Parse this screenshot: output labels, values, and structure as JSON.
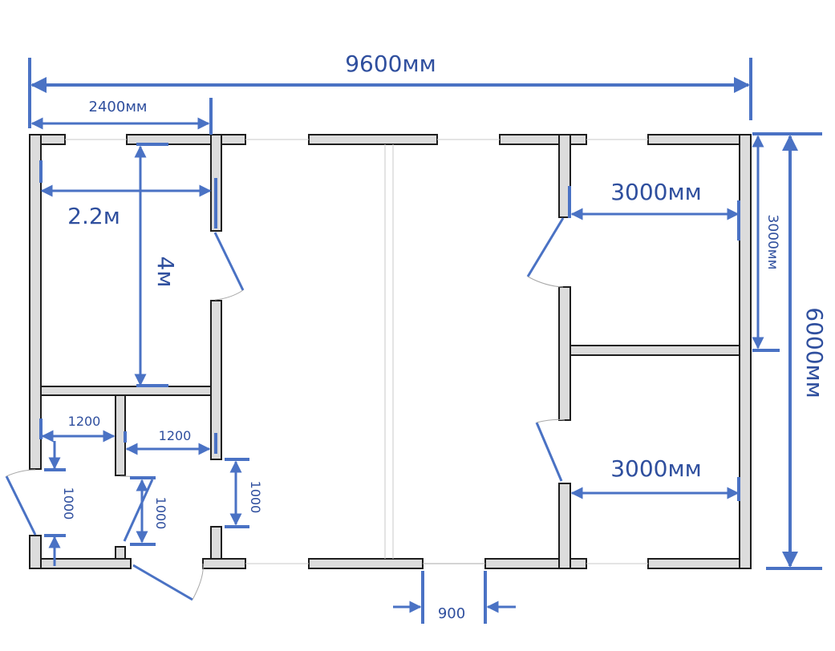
{
  "diagram": {
    "dimensions": {
      "total_width": "9600мм",
      "left_room_width": "2400мм",
      "left_room_inner_width": "2.2м",
      "left_room_height": "4м",
      "right_room_width_top": "3000мм",
      "right_room_height_top": "3000мм",
      "right_room_width_bottom": "3000мм",
      "total_height": "6000мм",
      "small_room_1_width": "1200",
      "small_room_2_width": "1200",
      "door_left_height": "1000",
      "door_mid_height": "1000",
      "door_right_height": "1000",
      "door_bottom_width": "900"
    },
    "colors": {
      "dimension_line": "#4a72c4",
      "label_text": "#2f4f9e",
      "wall_fill": "#dcdcdc",
      "wall_stroke": "#1e1e1e"
    }
  }
}
